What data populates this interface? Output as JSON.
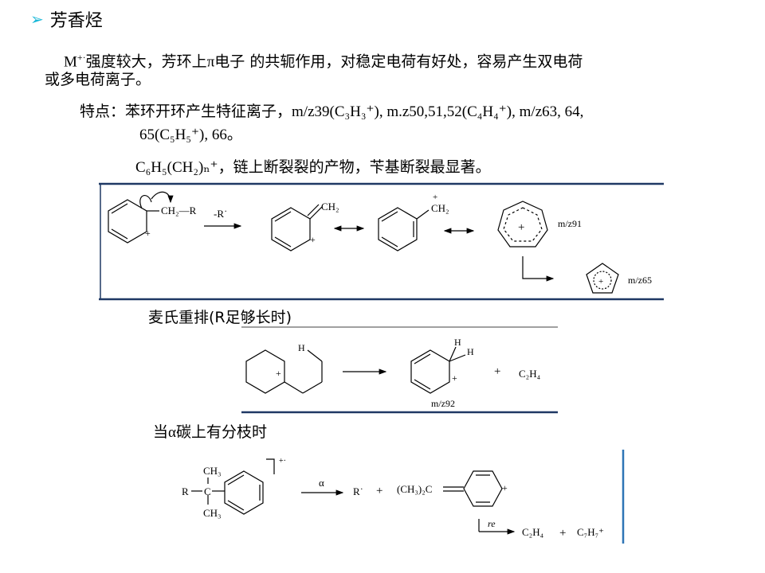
{
  "heading": {
    "bullet_icon": "arrow-bullet-icon",
    "title": "芳香烃"
  },
  "p1": {
    "ion": "M",
    "ion_sup": "+·",
    "text1": "强度较大，芳环上",
    "pi": "π",
    "text2": "电子 的共轭作用，对稳定电荷有好处，容易产生双电荷",
    "text3": "或多电荷离子。"
  },
  "p2": {
    "label": "特点：",
    "text": "苯环开环产生特征离子，",
    "line1": "m/z39(C₃H₃⁺),  m.z50,51,52(C₄H₄⁺), m/z63, 64,",
    "line2": "65(C₅H₅⁺), 66。"
  },
  "p3": {
    "formula": "C₆H₅(CH₂)ₙ⁺",
    "text": "，链上断裂裂的产物，苄基断裂最显著。"
  },
  "scheme1": {
    "ch2r": "CH₂—R",
    "arrow_label": "-R˙",
    "ch2_a": "CH₂",
    "ch2_b": "CH₂",
    "plus": "+",
    "mz91": "m/z91",
    "mz65": "m/z65"
  },
  "section_mclafferty": "麦氏重排(R足够长时)",
  "scheme2": {
    "h": "H",
    "plus": "+",
    "c2h4": "C₂H₄",
    "mz92": "m/z92"
  },
  "section_alpha": {
    "prefix": "当",
    "alpha": "α",
    "suffix": "碳上有分枝时"
  },
  "scheme3": {
    "ch3": "CH₃",
    "r": "R",
    "c": "C",
    "radical_plus": "+·",
    "alpha": "α",
    "r_rad": "R˙",
    "plus": "+",
    "ch3_2c": "(CH₃)₂C",
    "re": "re",
    "c2h4": "C₂H₄",
    "c7h7": "C₇H₇⁺"
  },
  "colors": {
    "bullet": "#19b8d8",
    "rule": "#1f3864",
    "side_bar": "#2e75b6"
  }
}
